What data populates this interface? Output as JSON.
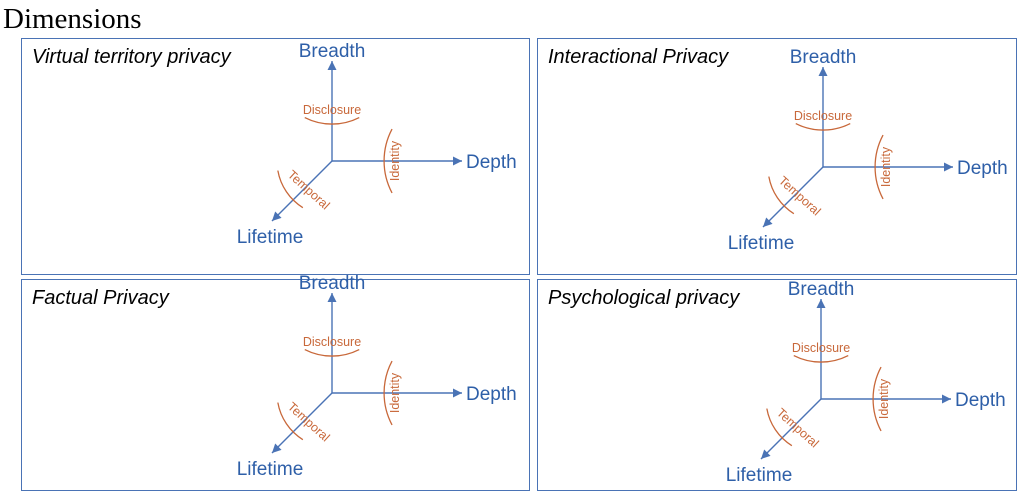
{
  "title": "Dimensions",
  "colors": {
    "axis": "#4a73b5",
    "axis_label": "#2e5fa8",
    "arc": "#c8683a",
    "border": "#4a73b5"
  },
  "axes": {
    "up": "Breadth",
    "right": "Depth",
    "down_left": "Lifetime"
  },
  "arcs": {
    "up": "Disclosure",
    "right": "Identity",
    "down_left": "Temporal"
  },
  "panels": [
    {
      "title": "Virtual territory privacy"
    },
    {
      "title": "Interactional Privacy"
    },
    {
      "title": "Factual Privacy"
    },
    {
      "title": "Psychological privacy"
    }
  ]
}
